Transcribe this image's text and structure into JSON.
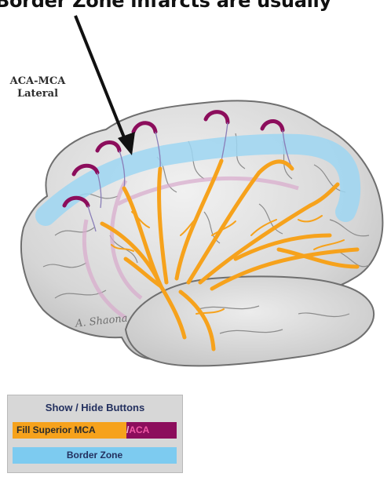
{
  "headline": "Border Zone infarcts are usually",
  "zone_label": {
    "line1": "ACA-MCA",
    "line2": "Lateral"
  },
  "signature": "A. Shaona",
  "controls": {
    "title": "Show / Hide Buttons",
    "mca_label": "Fill Superior MCA",
    "aca_separator": "/",
    "aca_label": "ACA",
    "border_label": "Border Zone"
  },
  "colors": {
    "mca": "#f6a21c",
    "aca": "#8c0d5c",
    "border_zone": "#7dcbf0",
    "brain": "#dcdcdc",
    "panel": "#d7d7d7"
  },
  "icons": {
    "pointer": "black-arrow",
    "brain": "lateral-brain-illustration"
  }
}
